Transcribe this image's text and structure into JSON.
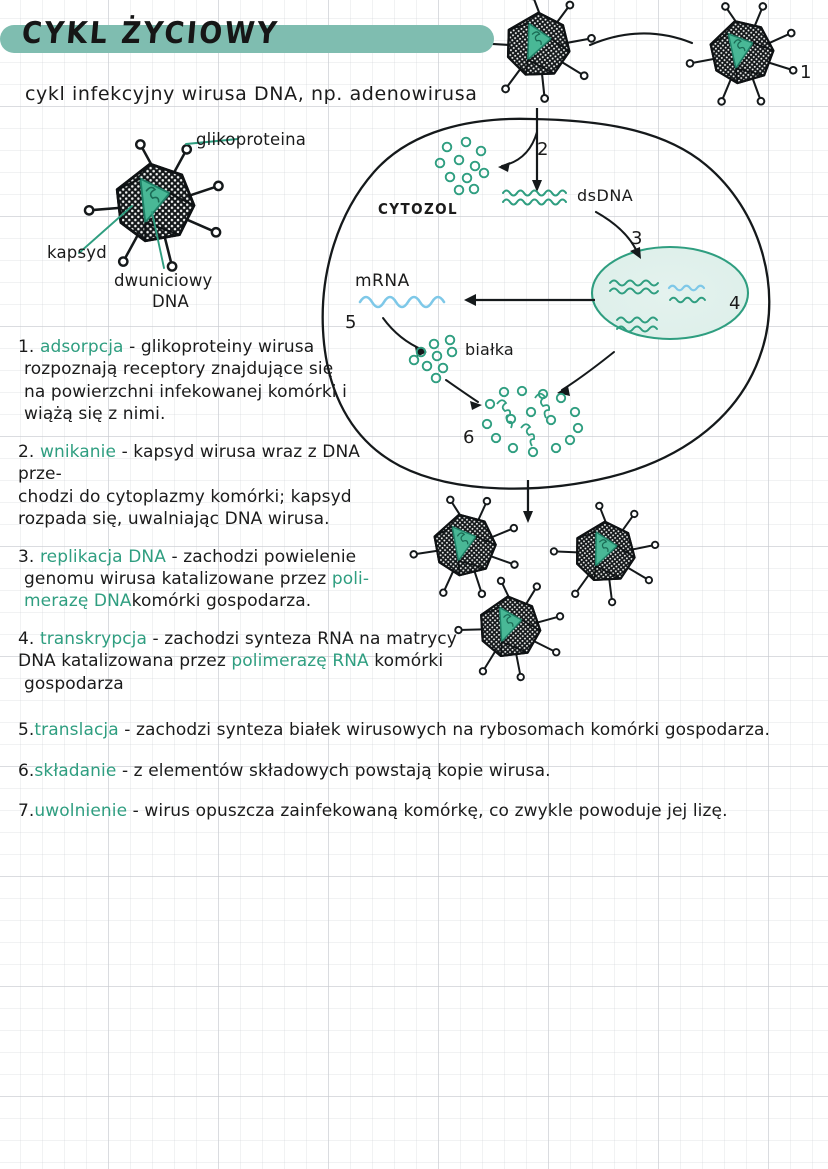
{
  "page": {
    "title": "CYKL ŻYCIOWY",
    "subtitle": "cykl infekcyjny wirusa DNA, np. adenowirusa",
    "highlight_color": "#7fbdb0",
    "accent_green": "#2f9e80",
    "accent_blue": "#7ec8e8",
    "ink_color": "#1b1b1b",
    "paper": "grid-notebook"
  },
  "virus_labels": {
    "glikoproteina": "glikoproteina",
    "kapsyd": "kapsyd",
    "dna_line1": "dwuniciowy",
    "dna_line2": "DNA"
  },
  "diagram": {
    "cytozol": "CYTOZOL",
    "dsdna": "dsDNA",
    "mrna": "mRNA",
    "bialka": "białka",
    "steps": {
      "s1": "1",
      "s2": "2",
      "s3": "3",
      "s4": "4",
      "s5": "5",
      "s6": "6"
    }
  },
  "steps": [
    {
      "num": "1.",
      "keyword": "adsorpcja",
      "lines": [
        " - glikoproteiny wirusa",
        "rozpoznają receptory znajdujące się",
        "na powierzchni infekowanej komórki i",
        "wiążą się z nimi."
      ]
    },
    {
      "num": "2.",
      "keyword": "wnikanie",
      "lines": [
        " - kapsyd wirusa wraz z DNA prze-",
        "chodzi do cytoplazmy komórki; kapsyd",
        "rozpada się, uwalniając DNA wirusa."
      ]
    },
    {
      "num": "3.",
      "keyword": "replikacja DNA",
      "lines": [
        " - zachodzi powielenie",
        "genomu wirusa katalizowane przez ",
        "komórki gospodarza."
      ],
      "keyword2": "poli-",
      "keyword3": "merazę DNA"
    },
    {
      "num": "4.",
      "keyword": "transkrypcja",
      "lines": [
        " - zachodzi synteza RNA na matrycy",
        "DNA katalizowana przez ",
        " komórki",
        "gospodarza"
      ],
      "keyword2": "polimerazę RNA"
    },
    {
      "num": "5.",
      "keyword": "translacja",
      "lines": [
        " - zachodzi synteza białek wirusowych na rybosomach  komórki  gospodarza."
      ]
    },
    {
      "num": "6.",
      "keyword": "składanie",
      "lines": [
        " - z elementów składowych powstają kopie wirusa."
      ]
    },
    {
      "num": "7.",
      "keyword": "uwolnienie",
      "lines": [
        " - wirus opuszcza zainfekowaną komórkę, co zwykle powoduje  jej lizę."
      ]
    }
  ]
}
